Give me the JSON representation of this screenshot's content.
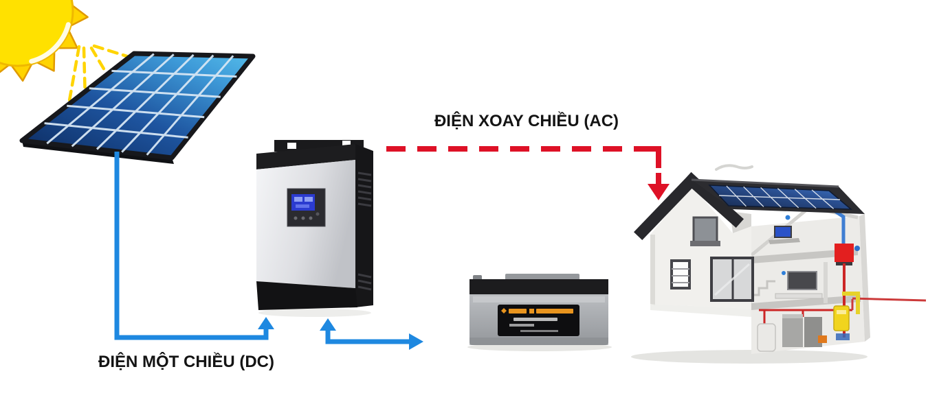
{
  "diagram": {
    "type": "solar-power-system",
    "labels": {
      "ac_line": "ĐIỆN XOAY CHIỀU (AC)",
      "dc_line": "ĐIỆN MỘT CHIỀU (DC)"
    },
    "colors": {
      "ac_line_red": "#DE1126",
      "dc_line_blue": "#1E88E0",
      "sun_yellow": "#FFD700",
      "panel_blue_dark": "#0C2A5E",
      "panel_blue_light": "#55BDEA",
      "label_text": "#141414",
      "background": "#FFFFFF"
    },
    "components": [
      {
        "name": "sun",
        "kind": "illustration"
      },
      {
        "name": "solar-panel",
        "kind": "illustration"
      },
      {
        "name": "inverter",
        "kind": "illustration"
      },
      {
        "name": "battery",
        "kind": "illustration"
      },
      {
        "name": "house-with-rooftop-solar",
        "kind": "illustration"
      }
    ],
    "flows": [
      {
        "from": "solar-panel",
        "to": "inverter",
        "current": "DC",
        "style": "solid-blue-arrow"
      },
      {
        "from": "inverter",
        "to": "battery",
        "current": "DC",
        "style": "solid-blue-arrow"
      },
      {
        "from": "inverter",
        "to": "house",
        "current": "AC",
        "style": "dashed-red-arrow"
      }
    ]
  }
}
